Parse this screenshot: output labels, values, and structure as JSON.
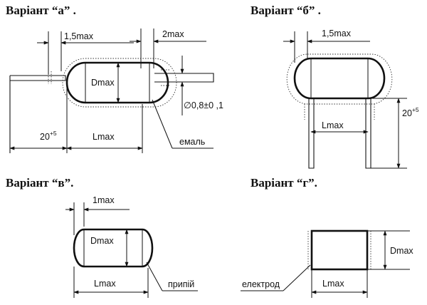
{
  "variants": {
    "a": {
      "title": "Варіант “а” .",
      "dim_lead_left": "1,5max",
      "dim_lead_right": "2max",
      "dim_diameter": "Dmax",
      "dim_wire": "∅0,8±0 ,1",
      "dim_lead_length_base": "20",
      "dim_lead_length_sup": "+5",
      "dim_length": "Lmax",
      "callout": "емаль"
    },
    "b": {
      "title": "Варіант  “б” .",
      "dim_lead": "1,5max",
      "dim_length": "Lmax",
      "dim_lead_length_base": "20",
      "dim_lead_length_sup": "+5"
    },
    "v": {
      "title": "Варіант  “в”.",
      "dim_lead": "1max",
      "dim_diameter": "Dmax",
      "dim_length": "Lmax",
      "callout": "припій"
    },
    "g": {
      "title": "Варіант  “г”.",
      "dim_diameter": "Dmax",
      "dim_length": "Lmax",
      "callout": "електрод"
    }
  }
}
